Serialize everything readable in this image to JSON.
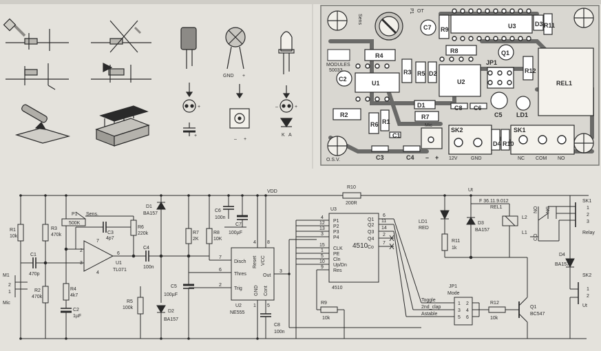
{
  "colors": {
    "paper": "#e4e2dc",
    "ink": "#2a2a2a",
    "pcb_bg": "#d9d7d1",
    "pcb_copper": "#6a6a68",
    "silk": "#ffffff"
  },
  "assembly_icons": [
    "solder-resistor-icon",
    "bent-leads-icon",
    "no-iron-icon",
    "cut-leads-icon",
    "electrolytic-capacitor-icon",
    "trimmer-potentiometer-icon",
    "led-icon",
    "diode-orientation-icon",
    "ic-socket-icon",
    "capacitor-polarity-icon",
    "potentiometer-footprint-icon",
    "led-polarity-icon"
  ],
  "pictograms": {
    "pot_gnd": "GND",
    "pot_plus": "+",
    "pot_box_minus": "–",
    "pot_box_plus": "+",
    "cap_plus": "+",
    "cap_plus2": "+",
    "led_minus": "–",
    "led_plus": "+",
    "led_k": "K",
    "led_a": "A"
  },
  "pcb": {
    "labels": {
      "R1": "R1",
      "R2": "R2",
      "R3": "R3",
      "R4": "R4",
      "R5": "R5",
      "R6": "R6",
      "R7": "R7",
      "R8": "R8",
      "R9": "R9",
      "R10": "R10",
      "R11": "R11",
      "R12": "R12",
      "C1": "C1",
      "C2": "C2",
      "C3": "C3",
      "C4": "C4",
      "C5": "C5",
      "C6": "C6",
      "C7": "C7",
      "C8": "C8",
      "U1": "U1",
      "U2": "U2",
      "U3": "U3",
      "D1": "D1",
      "D2": "D2",
      "D3": "D3",
      "D4": "D4",
      "Q1": "Q1",
      "P1": "P1",
      "JP1": "JP1",
      "LD1": "LD1",
      "REL1": "REL1",
      "SK1": "SK1",
      "SK2": "SK2",
      "mic": "Mic",
      "minus": "–",
      "plus": "+",
      "v12": "12V",
      "gnd": "GND",
      "nc": "NC",
      "com": "COM",
      "no": "NO",
      "sens": "Sens",
      "ot": "OT",
      "model": "MODULES",
      "code": "50033",
      "osv": "O.S.V."
    }
  },
  "schematic": {
    "vdd": "VDD",
    "R10": {
      "ref": "R10",
      "value": "200R"
    },
    "M1": {
      "ref": "M1",
      "pin1": "1",
      "pin2": "2",
      "name": "Mic"
    },
    "R1": {
      "ref": "R1",
      "value": "10k"
    },
    "C1": {
      "ref": "C1",
      "value": "470p"
    },
    "R2": {
      "ref": "R2",
      "value": "470k"
    },
    "R3": {
      "ref": "R3",
      "value": "470k"
    },
    "P1": {
      "ref": "P1",
      "value": "500K",
      "name": "Sens."
    },
    "R4": {
      "ref": "R4",
      "value": "4k7"
    },
    "C2": {
      "ref": "C2",
      "value": "1µF"
    },
    "C3": {
      "ref": "C3",
      "value": "4p7"
    },
    "R6": {
      "ref": "R6",
      "value": "220k"
    },
    "U1": {
      "ref": "U1",
      "value": "TL071",
      "pin2": "2",
      "pin3": "3",
      "pin4": "4",
      "pin6": "6",
      "pin7": "7"
    },
    "C4": {
      "ref": "C4",
      "value": "100n"
    },
    "R5": {
      "ref": "R5",
      "value": "100k"
    },
    "D1": {
      "ref": "D1",
      "value": "BA157"
    },
    "D2": {
      "ref": "D2",
      "value": "BA157"
    },
    "C5": {
      "ref": "C5",
      "value": "100µF"
    },
    "R7": {
      "ref": "R7",
      "value": "2K"
    },
    "R8": {
      "ref": "R8",
      "value": "10K"
    },
    "C6": {
      "ref": "C6",
      "value": "100n"
    },
    "C7": {
      "ref": "C7",
      "value": "100µF"
    },
    "U2": {
      "ref": "U2",
      "value": "NE555",
      "pins": {
        "disch": "Disch",
        "thres": "Thres",
        "trig": "Trig",
        "reset": "Reset",
        "vcc": "VCC",
        "out": "Out",
        "gnd": "GND",
        "cont": "Cont"
      },
      "nums": {
        "n7": "7",
        "n6": "6",
        "n2": "2",
        "n4": "4",
        "n8": "8",
        "n3": "3",
        "n1": "1",
        "n5": "5"
      }
    },
    "C8": {
      "ref": "C8",
      "value": "100n"
    },
    "U3": {
      "ref": "U3",
      "value": "4510",
      "sub": "4510",
      "pins_left": [
        "P1",
        "P2",
        "P3",
        "P4",
        "CLK",
        "PE",
        "Cln",
        "Up/Dn",
        "Res"
      ],
      "pins_left_nums": [
        "4",
        "12",
        "13",
        "3",
        "15",
        "1",
        "5",
        "10",
        "9"
      ],
      "pins_right": [
        "Q1",
        "Q2",
        "Q3",
        "Q4",
        "Co"
      ],
      "pins_right_nums": [
        "6",
        "11",
        "14",
        "2",
        "7"
      ]
    },
    "R9": {
      "ref": "R9",
      "value": "10k"
    },
    "JP1": {
      "ref": "JP1",
      "name": "Mode",
      "modes": [
        "Toggle",
        "2nd_clap",
        "Astable"
      ],
      "left_nums": [
        "1",
        "3",
        "5"
      ],
      "right_nums": [
        "2",
        "4",
        "6"
      ]
    },
    "R12": {
      "ref": "R12",
      "value": "10k"
    },
    "Q1": {
      "ref": "Q1",
      "value": "BC547"
    },
    "LD1": {
      "ref": "LD1",
      "value": "RED"
    },
    "R11": {
      "ref": "R11",
      "value": "1k"
    },
    "D3": {
      "ref": "D3",
      "value": "BA157"
    },
    "Ut": "Ut",
    "REL1": {
      "ref": "REL1",
      "stamp": "F 36.11.9.012",
      "no": "NO",
      "nc": "NC",
      "co": "CO",
      "l1": "L1",
      "l2": "L2"
    },
    "SK1": {
      "ref": "SK1",
      "pins": [
        "1",
        "2",
        "3"
      ],
      "name": "Relay"
    },
    "D4": {
      "ref": "D4",
      "value": "BA157"
    },
    "SK2": {
      "ref": "SK2",
      "pins": [
        "1",
        "2"
      ],
      "name": "Ut"
    }
  }
}
